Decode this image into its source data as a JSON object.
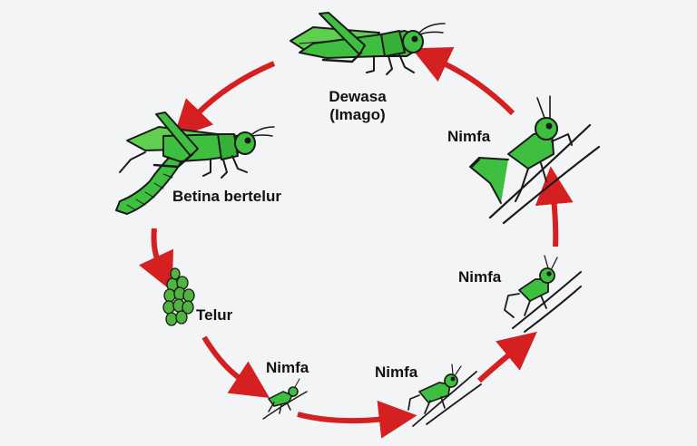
{
  "stages": {
    "adult": {
      "label_line1": "Dewasa",
      "label_line2": "(Imago)"
    },
    "female_laying": {
      "label": "Betina bertelur"
    },
    "eggs": {
      "label": "Telur"
    },
    "nymph1": {
      "label": "Nimfa"
    },
    "nymph2": {
      "label": "Nimfa"
    },
    "nymph3": {
      "label": "Nimfa"
    },
    "nymph4": {
      "label": "Nimfa"
    }
  },
  "colors": {
    "insect_green": "#3fbf3f",
    "insect_outline": "#1a1a1a",
    "arrow_red": "#d42020",
    "background": "#f3f4f5"
  }
}
